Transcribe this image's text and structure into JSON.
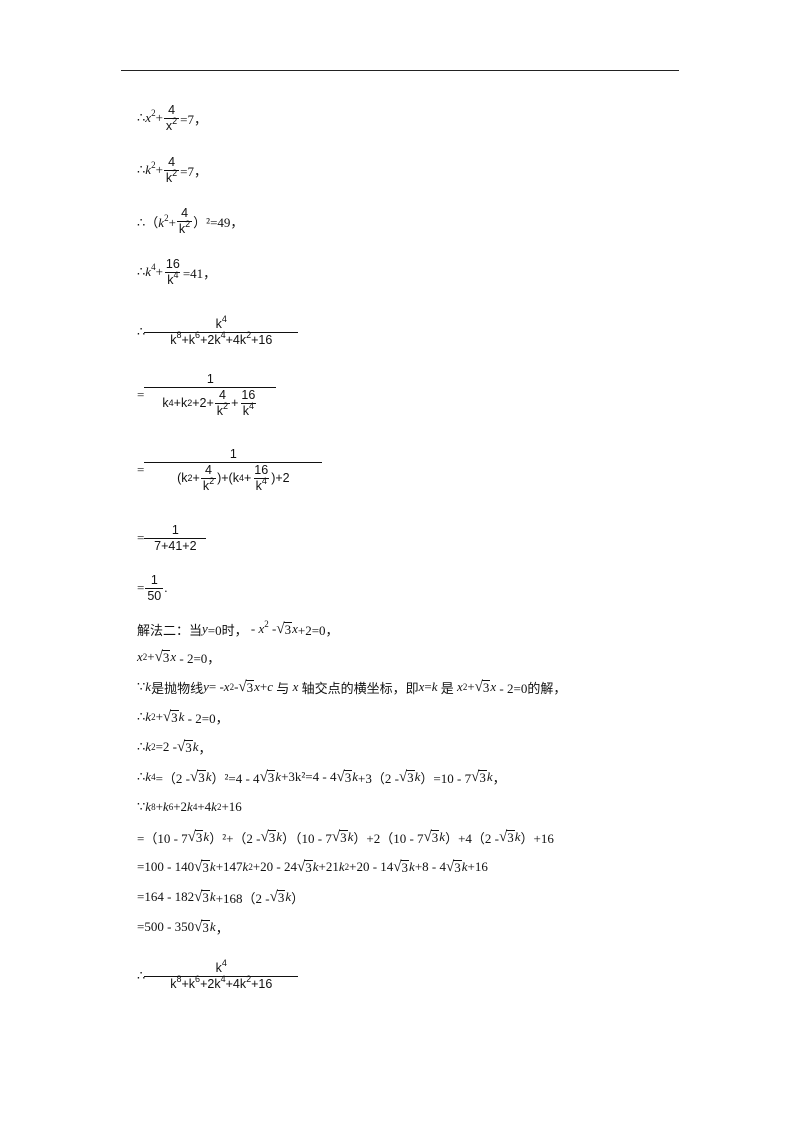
{
  "fractions": {
    "x4": {
      "num": "4",
      "den": "x",
      "den_exp": "2"
    },
    "k4": {
      "num": "4",
      "den": "k",
      "den_exp": "2"
    },
    "k16": {
      "num": "16",
      "den": "k",
      "den_exp": "4"
    },
    "big_num": {
      "base": "k",
      "exp": "4"
    },
    "big_den": "k⁸+k⁶+2k⁴+4k²+16",
    "one": "1",
    "den2": "k⁴+k²+2+",
    "den3_a": "(k²+",
    "den3_b": ")+(k⁴+",
    "den3_c": ")+2",
    "den4": "7+41+2",
    "den5": "50"
  },
  "lines": {
    "l1_pre": "∴",
    "l1_eq": "=7，",
    "l3_eq": "）²=49，",
    "l4_eq": "=41，",
    "method2_a": "解法二：当",
    "method2_b": "=0时，",
    "method2_c": "+2=0，",
    "l_quad": "- 2=0，",
    "l_because_a": "∵",
    "l_because_b": "是抛物线",
    "l_because_c": "与",
    "l_because_d": "轴交点的横坐标，即",
    "l_because_e": "是",
    "l_because_f": "- 2=0的解，",
    "l_k_quad": "- 2=0，",
    "l_k2": "=2 - ",
    "l_k4_a": "=（2 - ",
    "l_k4_b": "）²=4 - 4",
    "l_k4_c": "+3k²=4 - 4",
    "l_k4_d": "+3（2 - ",
    "l_k4_e": "）=10 - 7",
    "l_sum": "∵k⁸+k⁶+2k⁴+4k²+16",
    "l_exp1": "=（10 - 7",
    "l_exp1b": "）²+（2 - ",
    "l_exp1c": "）（10 - 7",
    "l_exp1d": "）+2（10 - 7",
    "l_exp1e": "）+4（2 - ",
    "l_exp1f": "）+16",
    "l_exp2": "=100 - 140√3k+147k²+20 - 24√3k+21k²+20 - 14√3k+8 - 4√3k+16",
    "l_exp3": "=164 - 182√3k+168（2 - √3k）",
    "l_exp4": "=500 - 350√3k，",
    "three": "3"
  }
}
